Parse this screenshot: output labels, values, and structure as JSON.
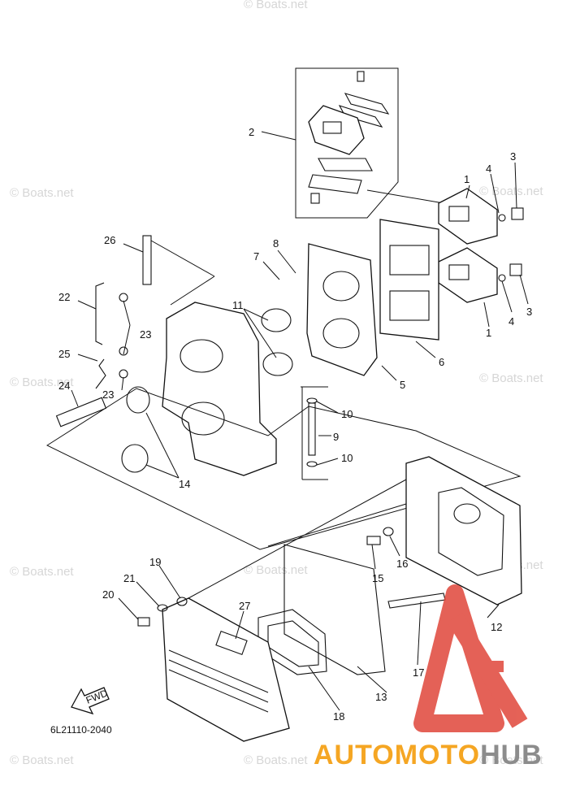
{
  "watermark_text": "© Boats.net",
  "part_numbers": [
    "1",
    "2",
    "3",
    "4",
    "5",
    "6",
    "7",
    "8",
    "9",
    "10",
    "11",
    "12",
    "13",
    "14",
    "15",
    "16",
    "17",
    "18",
    "19",
    "20",
    "21",
    "22",
    "23",
    "24",
    "25",
    "26",
    "27"
  ],
  "diagram_code": "6L21110-2040",
  "fwd_label": "FWD",
  "brand": {
    "part1": "AUTOMOTO",
    "part2": "HUB",
    "color1": "#f5a623",
    "color2": "#8c8c8c",
    "logo_color": "#e0463a"
  }
}
